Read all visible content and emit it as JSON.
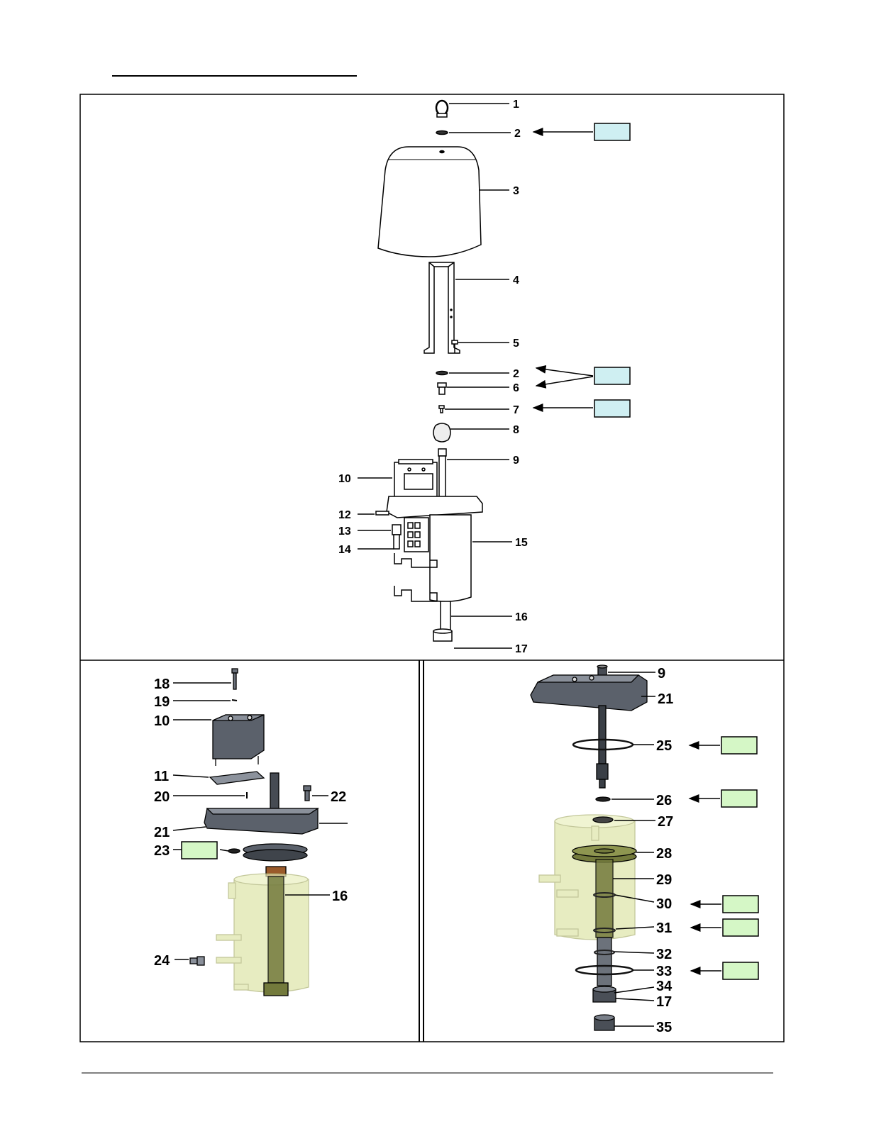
{
  "colors": {
    "line": "#000000",
    "part_fill": "#ffffff",
    "dark_part": "#4a4f57",
    "mid_part": "#7a808a",
    "cylinder_fill": "#dde4a8",
    "rod_olive": "#737a3c",
    "band_copper": "#9a5a2a",
    "box_blue": "#cfeff2",
    "box_green": "#d5f7c6"
  },
  "top_panel": {
    "callouts": [
      "1",
      "2",
      "3",
      "4",
      "5",
      "2",
      "6",
      "7",
      "8",
      "9",
      "10",
      "12",
      "13",
      "14",
      "15",
      "16",
      "17"
    ]
  },
  "bottom_left_panel": {
    "callouts": [
      "18",
      "19",
      "10",
      "11",
      "20",
      "22",
      "21",
      "23",
      "16",
      "24"
    ]
  },
  "bottom_right_panel": {
    "callouts": [
      "9",
      "21",
      "25",
      "26",
      "27",
      "28",
      "29",
      "30",
      "31",
      "32",
      "33",
      "34",
      "17",
      "35"
    ]
  }
}
